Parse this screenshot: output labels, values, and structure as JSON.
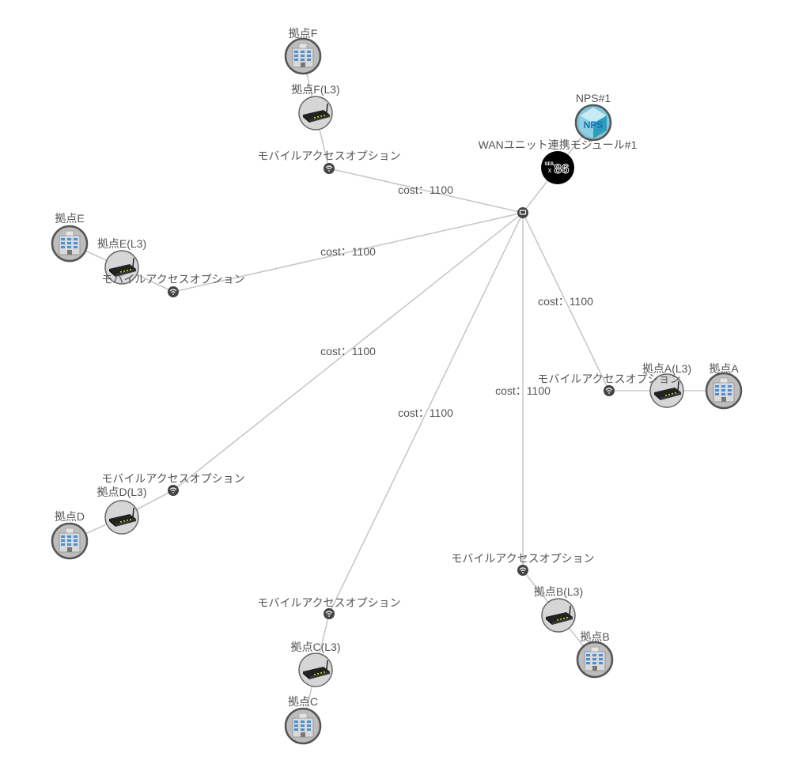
{
  "hub": {
    "icon": "switch-hub-icon"
  },
  "wan_module": {
    "label": "WANユニット連携モジュール#1",
    "icon": "seil-x86-icon",
    "logo_text": "SEIL x86"
  },
  "nps": {
    "label": "NPS#1",
    "icon": "nps-cube-icon",
    "logo_text": "NPS"
  },
  "sites": [
    {
      "id": "F",
      "building_label": "拠点F",
      "router_label": "拠点F(L3)",
      "mobile_label": "モバイルアクセスオプション",
      "cost_label": "cost：1100"
    },
    {
      "id": "E",
      "building_label": "拠点E",
      "router_label": "拠点E(L3)",
      "mobile_label": "モバイルアクセスオプション",
      "cost_label": "cost：1100"
    },
    {
      "id": "D",
      "building_label": "拠点D",
      "router_label": "拠点D(L3)",
      "mobile_label": "モバイルアクセスオプション",
      "cost_label": "cost：1100"
    },
    {
      "id": "C",
      "building_label": "拠点C",
      "router_label": "拠点C(L3)",
      "mobile_label": "モバイルアクセスオプション",
      "cost_label": "cost：1100"
    },
    {
      "id": "B",
      "building_label": "拠点B",
      "router_label": "拠点B(L3)",
      "mobile_label": "モバイルアクセスオプション",
      "cost_label": "cost：1100"
    },
    {
      "id": "A",
      "building_label": "拠点A",
      "router_label": "拠点A(L3)",
      "mobile_label": "モバイルアクセスオプション",
      "cost_label": "cost：1100"
    }
  ]
}
